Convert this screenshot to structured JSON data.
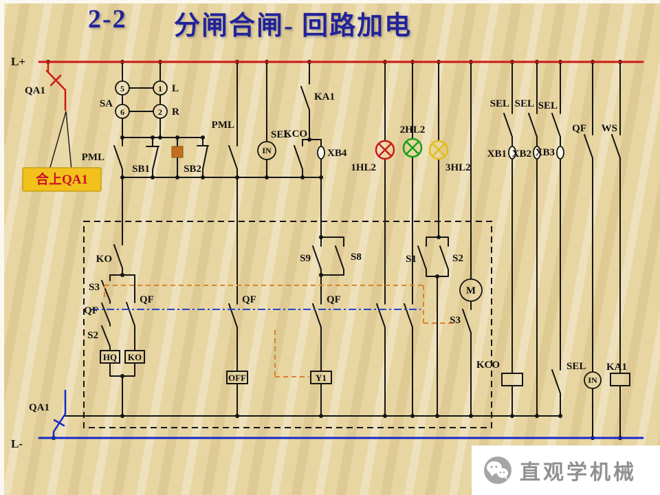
{
  "title": {
    "number": "2-2",
    "text": "分闸合闸- 回路加电"
  },
  "buses": {
    "positive": "L+",
    "negative": "L-"
  },
  "callout": {
    "text": "合上QA1"
  },
  "labels": {
    "qa1_top": "QA1",
    "qa1_bottom": "QA1",
    "sa": "SA",
    "c5": "5",
    "c6": "6",
    "c1": "1",
    "c2": "2",
    "l": "L",
    "r": "R",
    "pml_left": "PML",
    "pml_mid": "PML",
    "sb1": "SB1",
    "sb2": "SB2",
    "sel_in_top": "SEL",
    "in_top": "IN",
    "kco_top": "KCO",
    "xb4": "XB4",
    "ka1_top": "KA1",
    "hl1": "1HL2",
    "hl2": "2HL2",
    "hl3": "3HL2",
    "sel1": "SEL",
    "sel2": "SEL",
    "sel3": "SEL",
    "xb1": "XB1",
    "xb2": "XB2",
    "xb3": "XB3",
    "qf_top": "QF",
    "ws": "WS",
    "ko_contact": "KO",
    "s3_left": "S3",
    "qf_branch_right": "QF",
    "qf_left": "QF",
    "s2_left": "S2",
    "hq_box": "HQ",
    "ko_box": "KO",
    "off_box": "OFF",
    "qf_mid": "QF",
    "s9": "S9",
    "s8": "S8",
    "qf_mid2": "QF",
    "y1_box": "Y1",
    "s1": "S1",
    "s2_right": "S2",
    "m": "M",
    "s3_right": "S3",
    "kco_bottom": "KCO",
    "sel_bottom": "SEL",
    "ka1_bottom": "KA1",
    "in_bottom": "IN"
  },
  "watermark": {
    "brand": "直观学机械"
  },
  "colors": {
    "bus_positive": "#cc1815",
    "bus_negative": "#1529c8",
    "lamp_red": "#cc1a1a",
    "lamp_green": "#18a018",
    "lamp_yellow": "#e0bf18",
    "linkage_blue": "#2244cc",
    "linkage_orange": "#d9822b",
    "callout_bg": "#f2c11c",
    "callout_text": "#cc1122",
    "title_color": "#22229a"
  }
}
